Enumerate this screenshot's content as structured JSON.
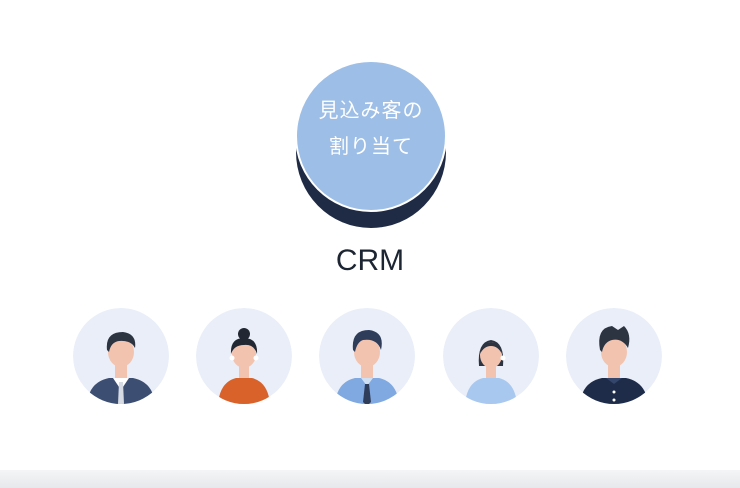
{
  "diagram": {
    "hub": {
      "label_line1": "見込み客の",
      "label_line2": "割り当て",
      "caption": "CRM",
      "face_color": "#9dbee6",
      "shadow_color": "#1f2a44"
    },
    "people": [
      {
        "icon": "man-suit-avatar-icon",
        "shirt": "#3d4e73",
        "hair": "#2c3442",
        "style": "man"
      },
      {
        "icon": "woman-bun-avatar-icon",
        "shirt": "#d9622b",
        "hair": "#222833",
        "style": "bun"
      },
      {
        "icon": "man-shirt-tie-avatar-icon",
        "shirt": "#7fa9e0",
        "hair": "#2f3d5a",
        "style": "man"
      },
      {
        "icon": "woman-headset-avatar-icon",
        "shirt": "#a8c8f0",
        "hair": "#2c3442",
        "style": "woman"
      },
      {
        "icon": "man-dark-shirt-avatar-icon",
        "shirt": "#1e2c4a",
        "hair": "#2c3442",
        "style": "spiky"
      }
    ],
    "avatar_bg": "#e9eef8",
    "skin": "#f2c4b0"
  }
}
